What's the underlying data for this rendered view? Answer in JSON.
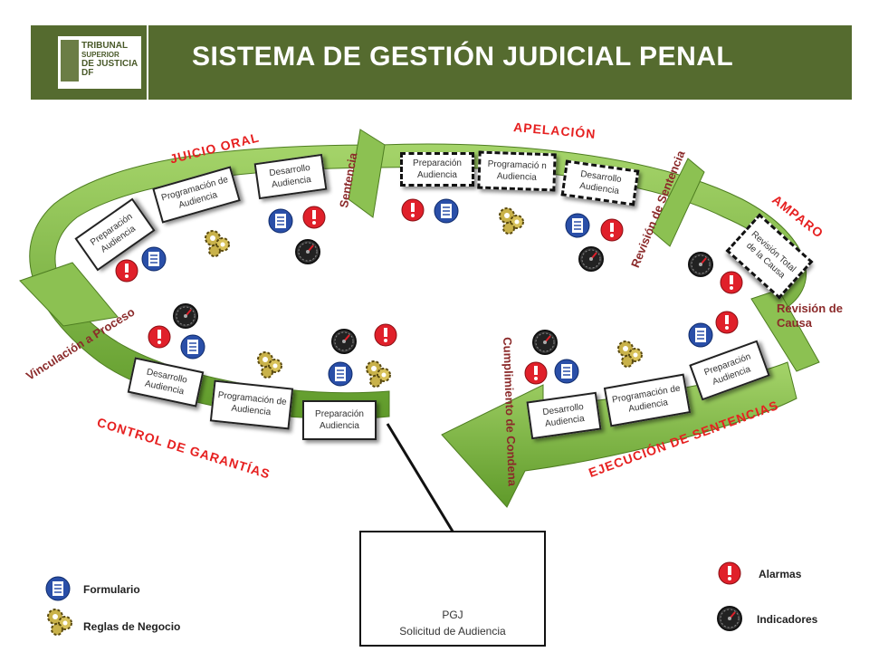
{
  "header": {
    "title": "SISTEMA DE GESTIÓN JUDICIAL PENAL",
    "logo_lines": [
      "TRIBUNAL",
      "SUPERIOR",
      "DE JUSTICIA",
      "DF"
    ]
  },
  "sections": {
    "juicio_oral": "JUICIO ORAL",
    "apelacion": "APELACIÓN",
    "amparo": "AMPARO",
    "control_garantias": "CONTROL DE GARANTÍAS",
    "ejecucion": "EJECUCIÓN DE SENTENCIAS"
  },
  "stages": {
    "sentencia": "Sentencia",
    "revision_sentencia": "Revisión de Sentencia",
    "vinculacion": "Vinculación a Proceso",
    "cumplimiento": "Cumplimiento de Condena",
    "revision_causa": "Revisión de Causa"
  },
  "boxes": {
    "jo_preparacion": "Preparación Audiencia",
    "jo_programacion": "Programación de Audiencia",
    "jo_desarrollo": "Desarrollo Audiencia",
    "ap_preparacion": "Preparación Audiencia",
    "ap_programacion": "Programació n Audiencia",
    "ap_desarrollo": "Desarrollo Audiencia",
    "am_revision": "Revisión Total de la Causa",
    "cg_desarrollo": "Desarrollo Audiencia",
    "cg_programacion": "Programación de Audiencia",
    "cg_preparacion": "Preparación Audiencia",
    "es_desarrollo": "Desarrollo Audiencia",
    "es_programacion": "Programación de Audiencia",
    "es_preparacion": "Preparación Audiencia"
  },
  "pgj": {
    "line1": "PGJ",
    "line2": "Solicitud de Audiencia"
  },
  "legend": {
    "formulario": "Formulario",
    "reglas": "Reglas de Negocio",
    "alarmas": "Alarmas",
    "indicadores": "Indicadores"
  },
  "colors": {
    "header": "#556b2f",
    "arrow": "#7cb342",
    "section_text": "#e62020",
    "stage_text": "#8b2a2a",
    "alarm": "#e0202a",
    "form": "#2a4fa8"
  }
}
